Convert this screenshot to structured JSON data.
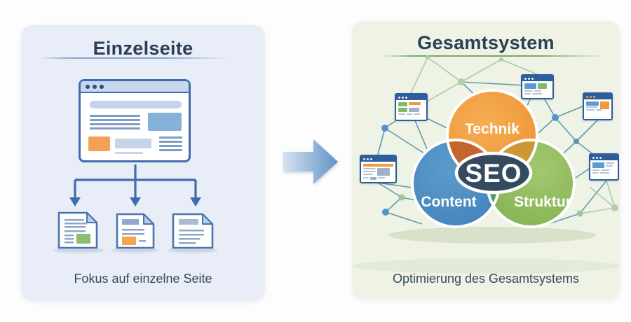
{
  "left": {
    "title": "Einzelseite",
    "caption": "Fokus auf einzelne Seite"
  },
  "right": {
    "title": "Gesamtsystem",
    "caption": "Optimierung des Gesamtsystems"
  },
  "venn": {
    "center": "SEO",
    "top": "Technik",
    "bottom_left": "Content",
    "bottom_right": "Struktur"
  },
  "colors": {
    "left_panel_bg": "#e9edf7",
    "right_panel_bg": "#eef3e5",
    "title_text": "#2c3e55",
    "caption_text": "#35495e",
    "accent_blue": "#3e6cae",
    "venn_technik": "#f09a3e",
    "venn_content": "#4b8ac2",
    "venn_struktur": "#8fba58",
    "venn_overlap_technik_content": "#c4652f",
    "venn_overlap_technik_struktur": "#cd9733",
    "venn_overlap_content_struktur": "#4f9a6e",
    "venn_seo_bg": "#344a5e",
    "arrow_gradient_start": "#d7e2f0",
    "arrow_gradient_end": "#5f93c6",
    "network_line_teal": "#5e9bb0",
    "network_line_green": "#aecba6"
  }
}
